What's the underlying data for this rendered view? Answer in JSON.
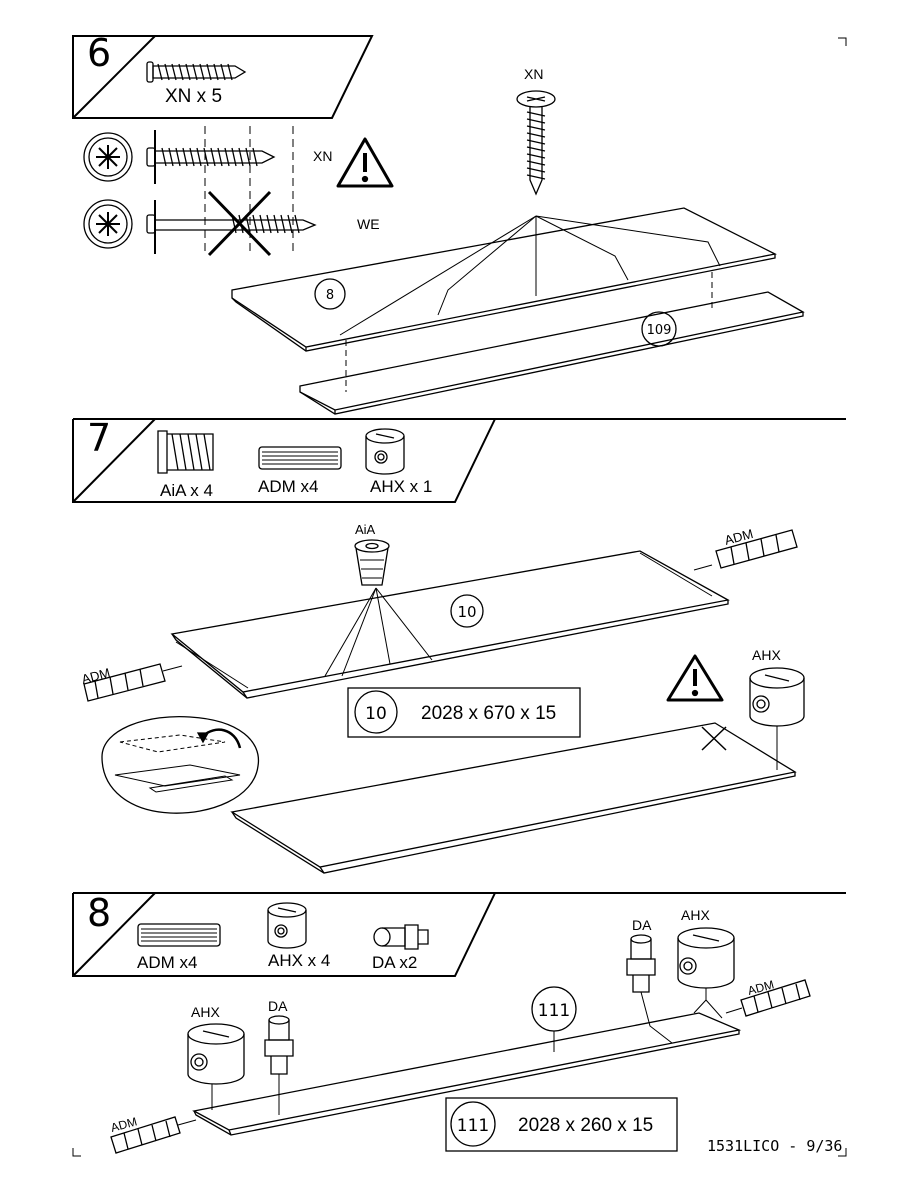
{
  "page": {
    "footer": "1531LICO - 9/36"
  },
  "step6": {
    "number": "6",
    "header_qty": "XN x  5",
    "label_xn_right": "XN",
    "label_we": "WE",
    "label_xn_top": "XN",
    "part_a": "8",
    "part_b": "109"
  },
  "step7": {
    "number": "7",
    "qty_aia": "AiA x  4",
    "qty_adm": "ADM x4",
    "qty_ahx": "AHX x 1",
    "label_aia": "AiA",
    "label_adm_left": "ADM",
    "label_adm_right": "ADM",
    "label_ahx": "AHX",
    "part": "10",
    "spec_part": "10",
    "spec_dims": "2028 x 670 x 15"
  },
  "step8": {
    "number": "8",
    "qty_adm": "ADM x4",
    "qty_ahx": "AHX x 4",
    "qty_da": "DA x2",
    "label_ahx_left": "AHX",
    "label_da_left": "DA",
    "label_da_right": "DA",
    "label_ahx_right": "AHX",
    "label_adm_left": "ADM",
    "label_adm_right": "ADM",
    "part": "111",
    "spec_part": "111",
    "spec_dims": "2028 x 260 x 15"
  }
}
